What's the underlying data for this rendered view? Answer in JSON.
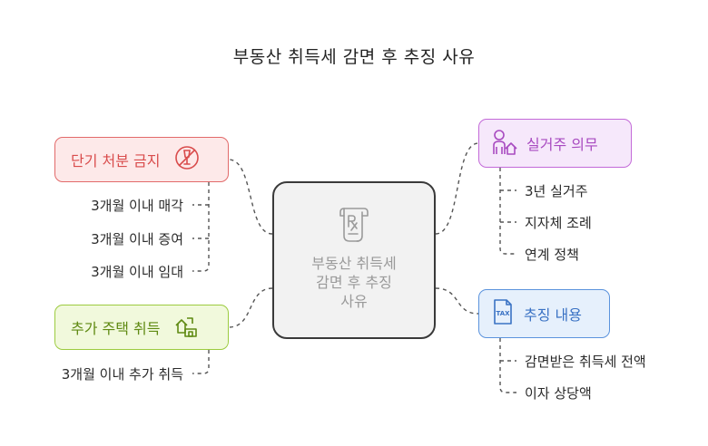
{
  "title": "부동산 취득세 감면 후 추징 사유",
  "center": {
    "label": "부동산 취득세\n감면 후 추징\n사유",
    "icon": "prescription-document-icon"
  },
  "branches": {
    "short_term_sale_ban": {
      "label": "단기 처분 금지",
      "icon": "no-wine-icon",
      "color": "#e26a6a",
      "items": [
        "3개월 이내 매각",
        "3개월 이내 증여",
        "3개월 이내 임대"
      ]
    },
    "additional_house": {
      "label": "추가 주택 취득",
      "icon": "houses-icon",
      "color": "#9ccb3f",
      "items": [
        "3개월 이내 추가 취득"
      ]
    },
    "residence_duty": {
      "label": "실거주 의무",
      "icon": "resident-house-icon",
      "color": "#c36ad8",
      "items": [
        "3년 실거주",
        "지자체 조례",
        "연계 정책"
      ]
    },
    "recovery_content": {
      "label": "추징 내용",
      "icon": "tax-document-icon",
      "color": "#5b93dd",
      "items": [
        "감면받은 취득세 전액",
        "이자 상당액"
      ]
    }
  }
}
